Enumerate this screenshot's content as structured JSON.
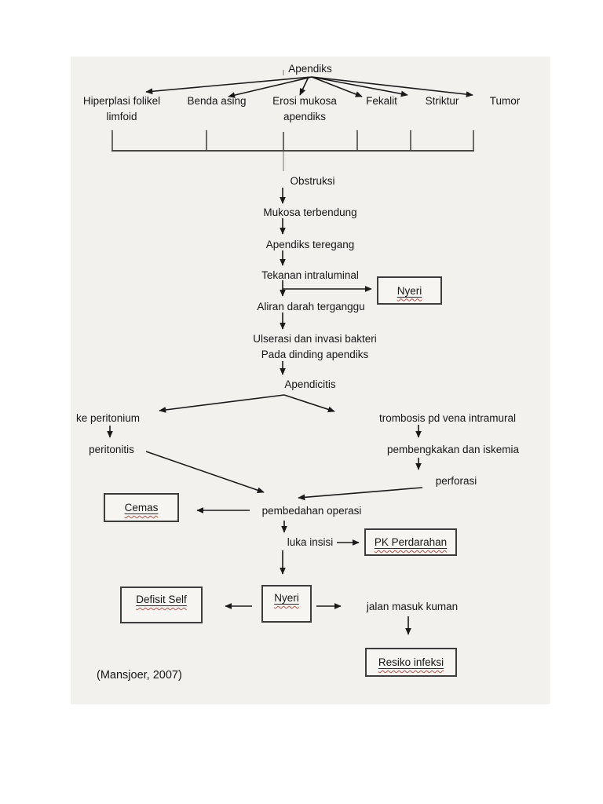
{
  "page": {
    "type": "scanned flowchart page",
    "paper_color": "#f2f1ee",
    "background_color": "#ffffff",
    "citation": "(Mansjoer, 2007)"
  },
  "colors": {
    "text": "#161616",
    "arrow_line": "#1a1a1a",
    "box_border": "#3d3d3d",
    "spellcheck_underline": "#b5544a"
  },
  "diagram": {
    "root": "Apendiks",
    "causes": [
      {
        "line1": "Hiperplasi folikel",
        "line2": "limfoid"
      },
      {
        "line1": "Benda asing",
        "line2": ""
      },
      {
        "line1": "Erosi mukosa",
        "line2": "apendiks"
      },
      {
        "line1": "Fekalit",
        "line2": ""
      },
      {
        "line1": "Striktur",
        "line2": ""
      },
      {
        "line1": "Tumor",
        "line2": ""
      }
    ],
    "nodes": {
      "obstruksi": "Obstruksi",
      "mukosa_terbendung": "Mukosa terbendung",
      "apendiks_teregang": "Apendiks teregang",
      "tekanan_intraluminal": "Tekanan intraluminal",
      "aliran_darah": "Aliran darah terganggu",
      "ulserasi_line1": "Ulserasi dan invasi bakteri",
      "ulserasi_line2": "Pada dinding apendiks",
      "apendicitis": "Apendicitis",
      "ke_peritonium": "ke peritonium",
      "peritonitis": "peritonitis",
      "trombosis": "trombosis pd vena intramural",
      "pembengkakan": "pembengkakan dan iskemia",
      "perforasi": "perforasi",
      "pembedahan": "pembedahan operasi",
      "luka_insisi": "luka insisi",
      "jalan_masuk": "jalan masuk kuman"
    },
    "boxes": {
      "nyeri_top": "Nyeri",
      "cemas": "Cemas",
      "pk_perdarahan": "PK Perdarahan",
      "defisit_self": "Defisit Self",
      "nyeri_bottom": "Nyeri",
      "resiko_infeksi": "Resiko infeksi"
    },
    "edges": [
      "Apendiks -> Hiperplasi folikel limfoid",
      "Apendiks -> Benda asing",
      "Apendiks -> Erosi mukosa apendiks",
      "Apendiks -> Fekalit",
      "Apendiks -> Striktur",
      "Apendiks -> Tumor",
      "causes (bracket) -> Obstruksi",
      "Obstruksi -> Mukosa terbendung",
      "Mukosa terbendung -> Apendiks teregang",
      "Apendiks teregang -> Tekanan intraluminal",
      "Tekanan intraluminal -> Nyeri",
      "Tekanan intraluminal -> Aliran darah terganggu",
      "Aliran darah terganggu -> Ulserasi dan invasi bakteri Pada dinding apendiks",
      "Ulserasi dan invasi bakteri -> Apendicitis",
      "Apendicitis -> ke peritonium",
      "Apendicitis -> trombosis pd vena intramural",
      "ke peritonium -> peritonitis",
      "peritonitis -> pembedahan operasi",
      "trombosis pd vena intramural -> pembengkakan dan iskemia",
      "pembengkakan dan iskemia -> perforasi",
      "perforasi -> pembedahan operasi",
      "pembedahan operasi -> Cemas",
      "pembedahan operasi -> luka insisi",
      "luka insisi -> PK Perdarahan",
      "luka insisi -> Nyeri",
      "Nyeri -> Defisit Self",
      "Nyeri -> jalan masuk kuman",
      "jalan masuk kuman -> Resiko infeksi"
    ]
  }
}
